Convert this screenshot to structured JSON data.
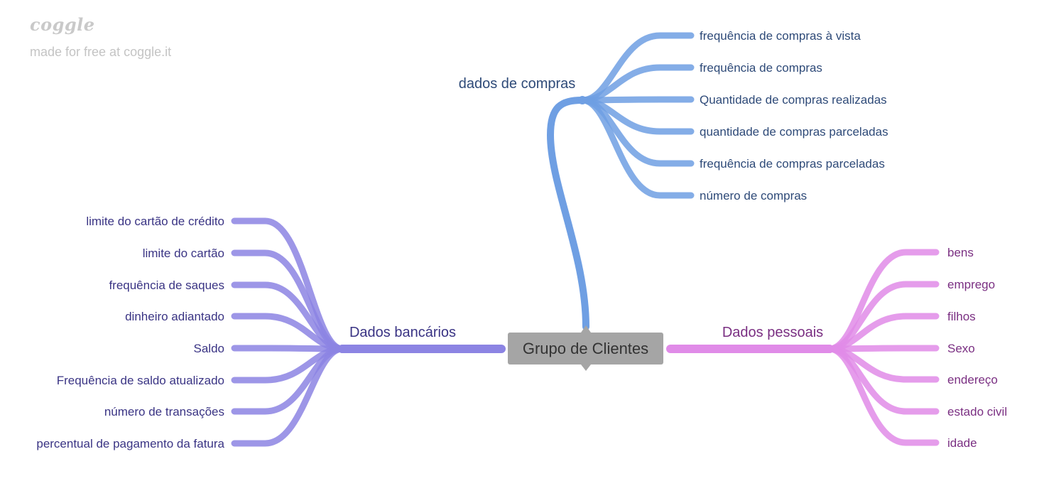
{
  "watermark": {
    "logo": "coggle",
    "text": "made for free at coggle.it"
  },
  "root": {
    "label": "Grupo de Clientes",
    "color": "#a5a5a5",
    "text_color": "#333333"
  },
  "branches": [
    {
      "key": "compras",
      "label": "dados de compras",
      "color": "#6f9fe3",
      "text_color": "#2e4a78",
      "children": [
        "frequência de compras à vista",
        "frequência de compras",
        "Quantidade de compras realizadas",
        "quantidade de compras parceladas",
        "frequência de compras parceladas",
        "número de compras"
      ]
    },
    {
      "key": "bancarios",
      "label": "Dados bancários",
      "color": "#8c84e3",
      "text_color": "#3a3484",
      "children": [
        "limite do cartão de crédito",
        "limite do cartão",
        "frequência de saques",
        "dinheiro adiantado",
        "Saldo",
        "Frequência de saldo atualizado",
        "número de transações",
        "percentual de pagamento da fatura"
      ]
    },
    {
      "key": "pessoais",
      "label": "Dados pessoais",
      "color": "#e08be8",
      "text_color": "#7a2f82",
      "children": [
        "bens",
        "emprego",
        "filhos",
        "Sexo",
        "endereço",
        "estado civil",
        "idade"
      ]
    }
  ]
}
